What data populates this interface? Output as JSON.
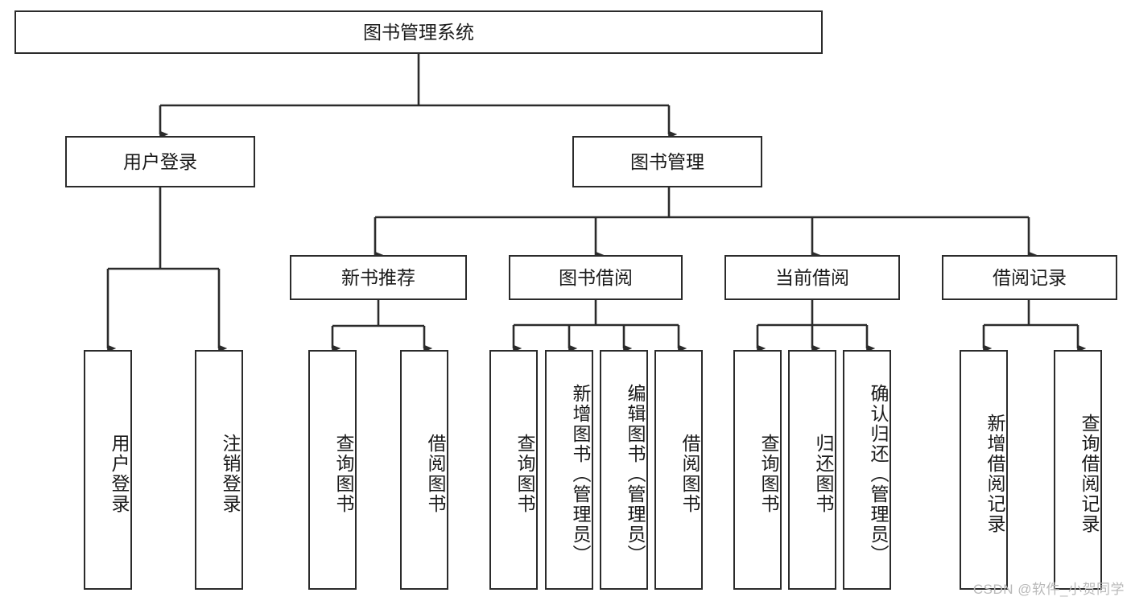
{
  "diagram": {
    "title": "图书管理系统",
    "type": "tree-hierarchy-diagram",
    "watermark": "CSDN @软件_小贺同学",
    "colors": {
      "stroke": "#2b2b2b",
      "fill": "#ffffff",
      "text": "#1a1a1a",
      "watermark": "#b9b9b9"
    },
    "root": {
      "label": "图书管理系统"
    },
    "level2": [
      {
        "label": "用户登录"
      },
      {
        "label": "图书管理"
      }
    ],
    "level3": [
      {
        "label": "新书推荐"
      },
      {
        "label": "图书借阅"
      },
      {
        "label": "当前借阅"
      },
      {
        "label": "借阅记录"
      }
    ],
    "leaves": {
      "user_login": [
        {
          "label": "用户登录"
        },
        {
          "label": "注销登录"
        }
      ],
      "new_book_recommend": [
        {
          "label": "查询图书"
        },
        {
          "label": "借阅图书"
        }
      ],
      "book_borrow": [
        {
          "label": "查询图书"
        },
        {
          "label": "新增图书（管理员）"
        },
        {
          "label": "编辑图书（管理员）"
        },
        {
          "label": "借阅图书"
        }
      ],
      "current_borrow": [
        {
          "label": "查询图书"
        },
        {
          "label": "归还图书"
        },
        {
          "label": "确认归还（管理员）"
        }
      ],
      "borrow_record": [
        {
          "label": "新增借阅记录"
        },
        {
          "label": "查询借阅记录"
        }
      ]
    }
  }
}
